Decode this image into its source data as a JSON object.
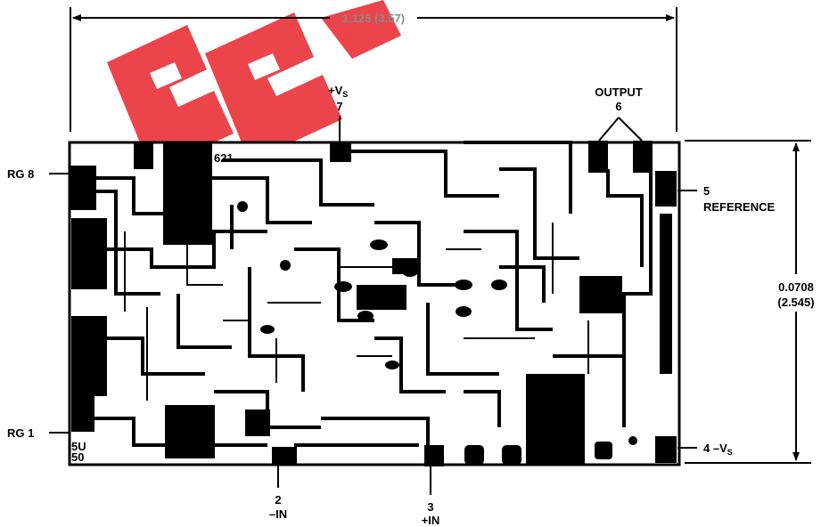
{
  "dimensions": {
    "width": "1.125 (3.57)",
    "height_line1": "0.0708",
    "height_line2": "(2.545)"
  },
  "pins": {
    "rg8": "RG 8",
    "rg1": "RG 1",
    "vs_pos_label": "+V",
    "vs_pos_sub": "S",
    "vs_pos_num": "7",
    "output_label": "OUTPUT",
    "output_num": "6",
    "reference_num": "5",
    "reference_label": "REFERENCE",
    "vs_neg_prefix": "4 –V",
    "vs_neg_sub": "S",
    "in_neg_num": "2",
    "in_neg_label": "–IN",
    "in_pos_num": "3",
    "in_pos_label": "+IN"
  },
  "die_markings": {
    "top_code": "621",
    "corner_line1": "5U",
    "corner_line2": "50"
  },
  "colors": {
    "die_ink": "#000000",
    "dimension_text": "#8a8a8a",
    "watermark": "#e8242c"
  }
}
